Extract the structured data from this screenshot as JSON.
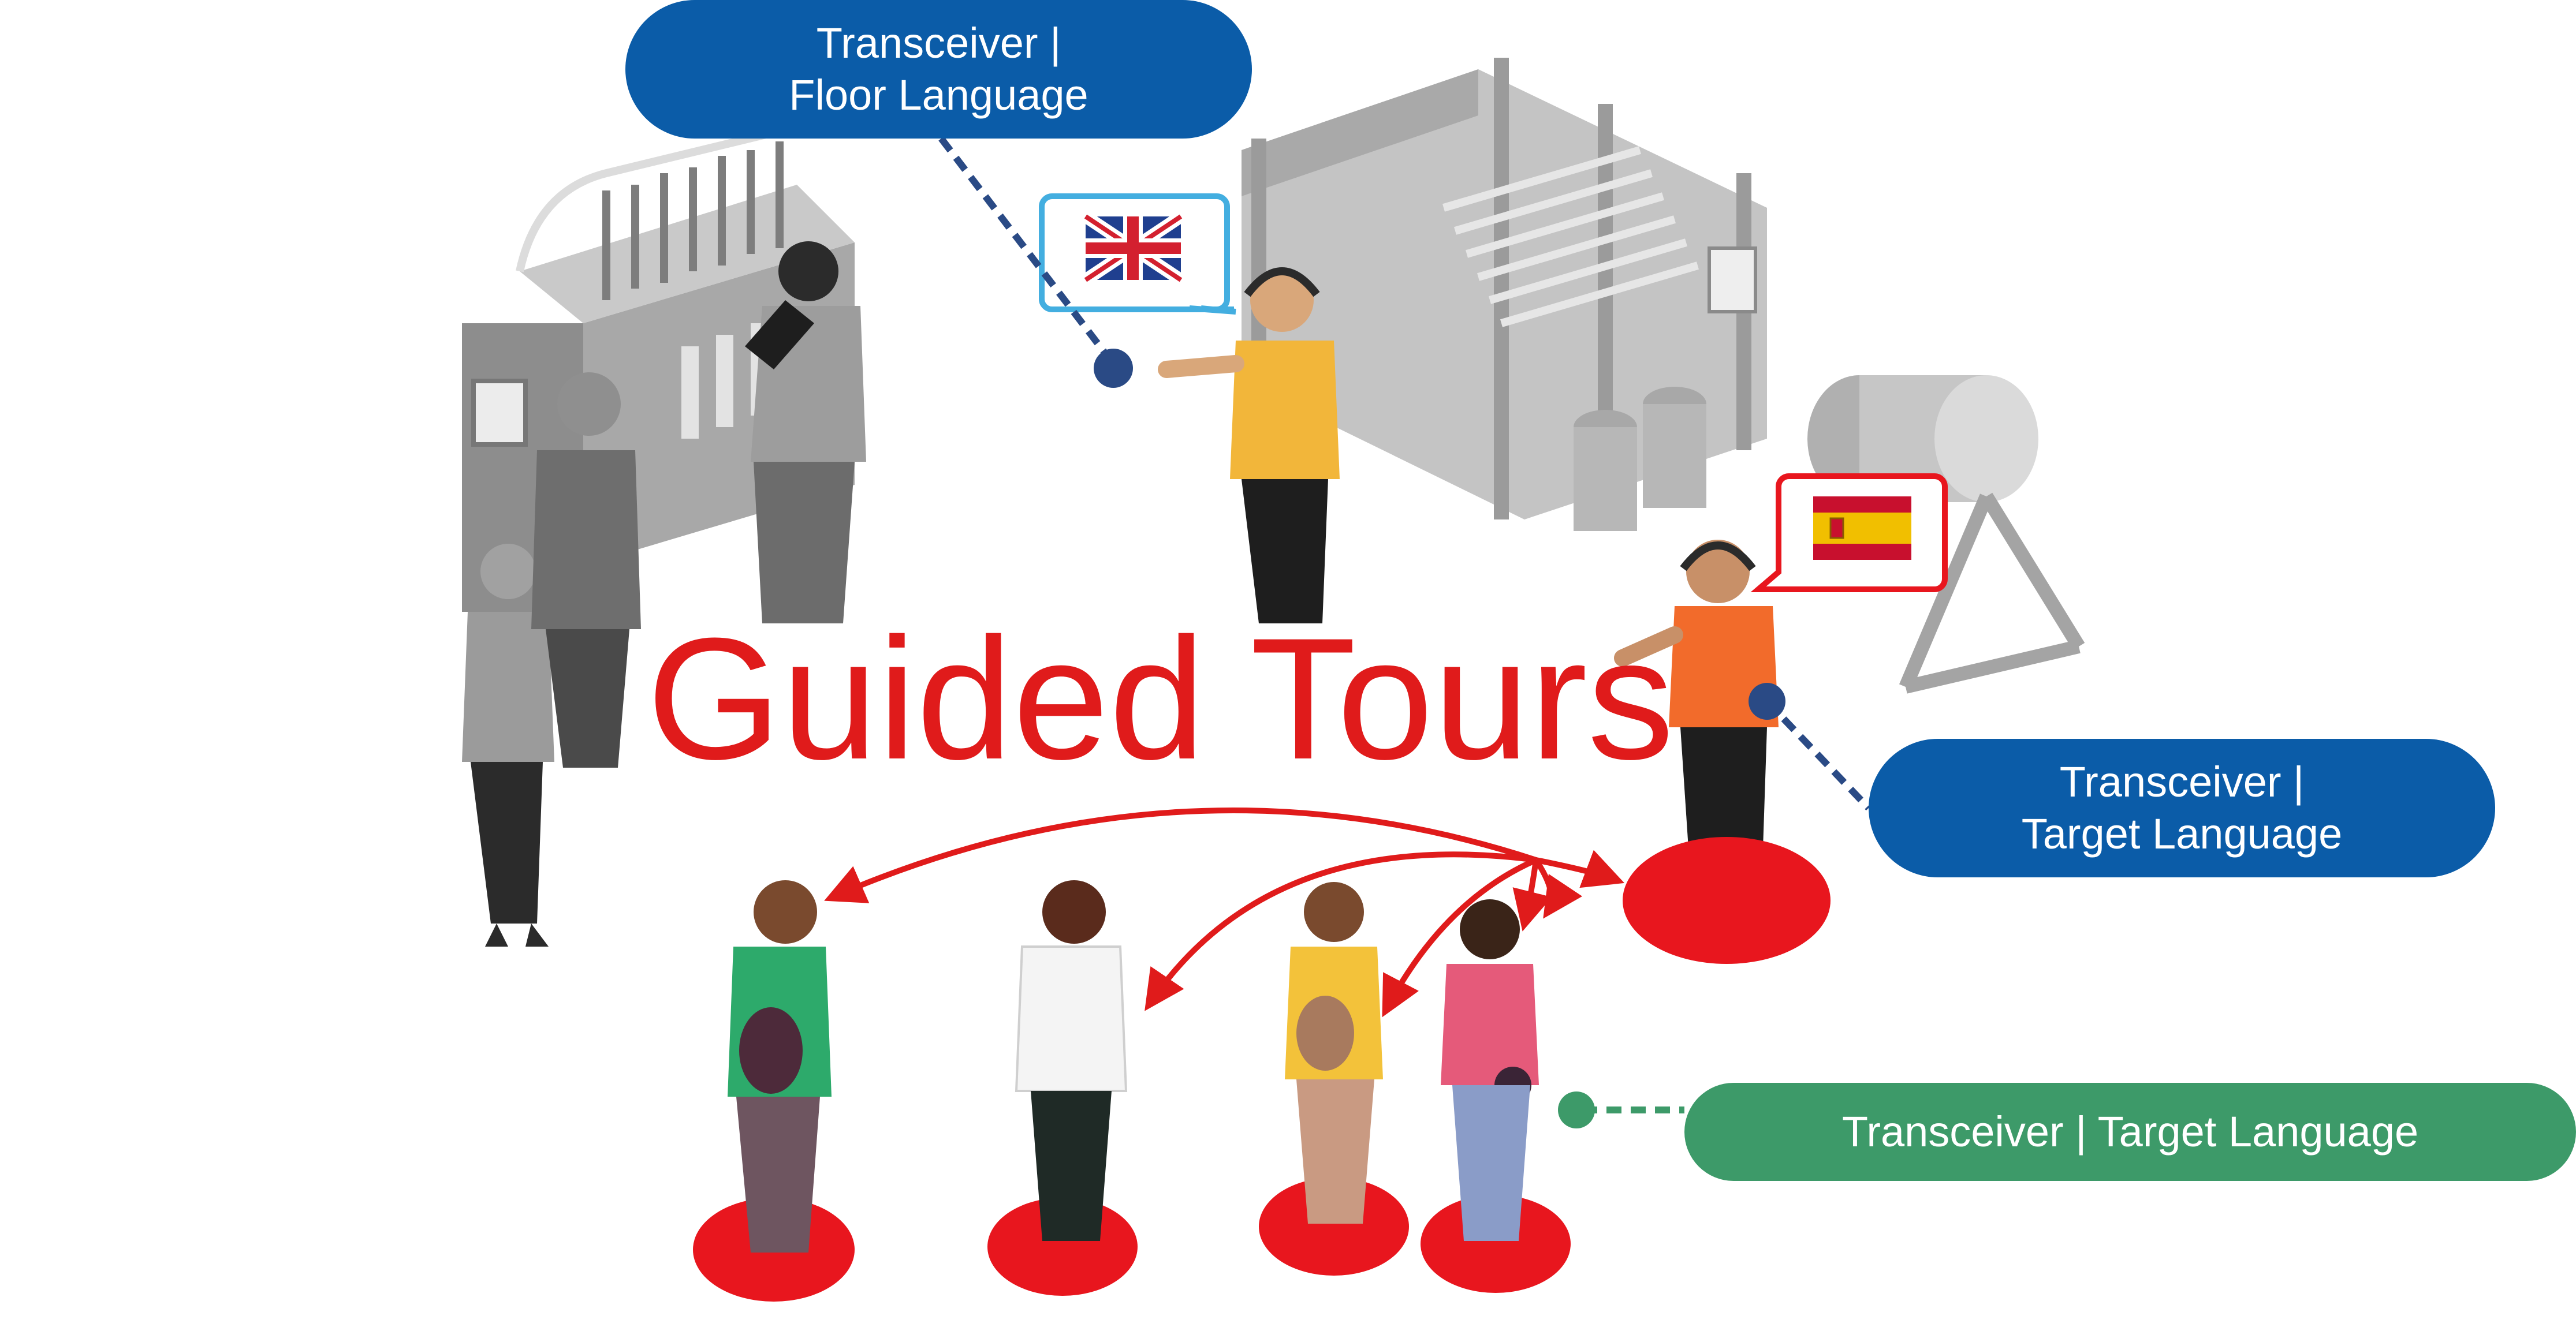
{
  "title": "Guided Tours",
  "labels": {
    "floor": {
      "line1": "Transceiver |",
      "line2": "Floor Language"
    },
    "target_speaker": {
      "line1": "Transceiver |",
      "line2": "Target Language"
    },
    "target_group": "Transceiver | Target Language"
  },
  "icons": {
    "floor_flag": "uk-flag-icon",
    "target_flag": "spain-flag-icon",
    "headset": "headset-icon"
  },
  "colors": {
    "blue_label": "#0b5ca8",
    "green_label": "#3d9a69",
    "title_red": "#e01b1b",
    "platform_red": "#e8161e",
    "connector_navy": "#2a4a85",
    "grey_machine": "#b9b9b9"
  }
}
